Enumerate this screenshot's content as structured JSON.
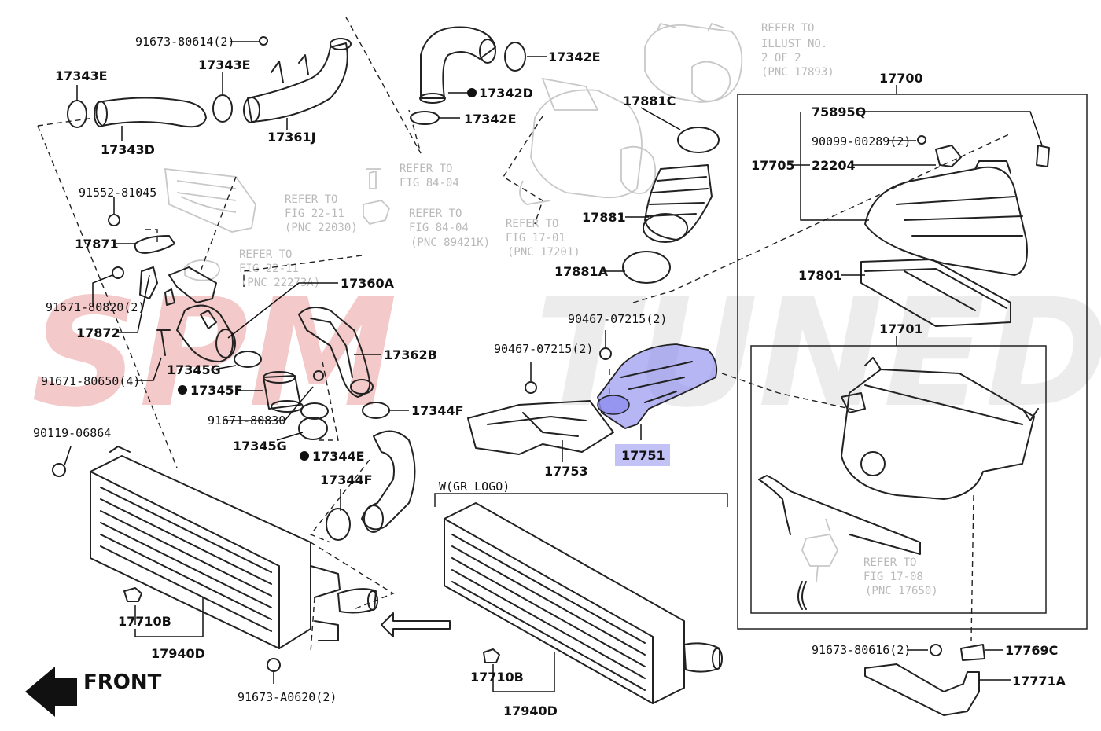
{
  "watermark": {
    "left": "SPM",
    "right": "TUNED",
    "left_color": "#f3c9c9",
    "right_color": "#ededed"
  },
  "highlight_color": "#8f8ff0",
  "labels": {
    "p91673_80614": "91673-80614(2)",
    "p17343E_a": "17343E",
    "p17343E_b": "17343E",
    "p17343D": "17343D",
    "p17361J": "17361J",
    "p17342E_a": "17342E",
    "p17342D": "17342D",
    "p17342E_b": "17342E",
    "p17881C": "17881C",
    "p17881": "17881",
    "p17881A": "17881A",
    "p17700": "17700",
    "p75895Q": "75895Q",
    "p90099_00289": "90099-00289(2)",
    "p17705": "17705",
    "p22204": "22204",
    "p17801": "17801",
    "p17701": "17701",
    "p91552_81045": "91552-81045",
    "p17871": "17871",
    "p91671_80820": "91671-80820(2)",
    "p17872": "17872",
    "p91671_80650": "91671-80650(4)",
    "p17345G_a": "17345G",
    "p17345F": "17345F",
    "p91671_80830": "91671-80830",
    "p17345G_b": "17345G",
    "p17360A": "17360A",
    "p17362B": "17362B",
    "p17344F_a": "17344F",
    "p17344E": "17344E",
    "p17344F_b": "17344F",
    "p90119_06864": "90119-06864",
    "p90467_07215_a": "90467-07215(2)",
    "p90467_07215_b": "90467-07215(2)",
    "p17753": "17753",
    "p17751": "17751",
    "pW": "W(GR LOGO)",
    "p17710B_a": "17710B",
    "p17940D_a": "17940D",
    "p91673_A0620": "91673-A0620(2)",
    "p17710B_b": "17710B",
    "p17940D_b": "17940D",
    "p91673_80616": "91673-80616(2)",
    "p17769C": "17769C",
    "p17771A": "17771A",
    "front": "FRONT"
  },
  "refs": {
    "illust": {
      "l1": "REFER TO",
      "l2": "ILLUST NO.",
      "l3": "2 OF 2",
      "l4": "(PNC 17893)"
    },
    "fig8404a": {
      "l1": "REFER TO",
      "l2": "FIG 84-04"
    },
    "fig2211a": {
      "l1": "REFER TO",
      "l2": "FIG 22-11",
      "l3": "(PNC 22030)"
    },
    "fig8404b": {
      "l1": "REFER TO",
      "l2": "FIG 84-04",
      "l3": "(PNC 89421K)"
    },
    "fig1701": {
      "l1": "REFER TO",
      "l2": "FIG 17-01",
      "l3": "(PNC 17201)"
    },
    "fig2211b": {
      "l1": "REFER TO",
      "l2": "FIG 22-11",
      "l3": "(PNC 22273A)"
    },
    "fig1708": {
      "l1": "REFER TO",
      "l2": "FIG 17-08",
      "l3": "(PNC 17650)"
    }
  }
}
